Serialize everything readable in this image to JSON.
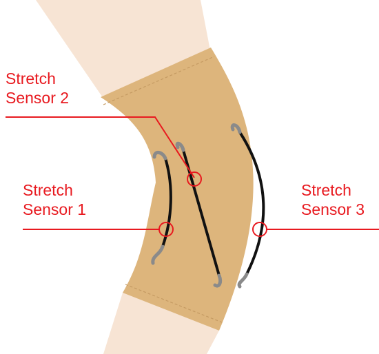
{
  "labels": {
    "sensor2": {
      "line1": "Stretch",
      "line2": "Sensor 2"
    },
    "sensor1": {
      "line1": "Stretch",
      "line2": "Sensor 1"
    },
    "sensor3": {
      "line1": "Stretch",
      "line2": "Sensor 3"
    }
  },
  "colors": {
    "skin": "#f7e4d4",
    "sleeve": "#ddb57c",
    "seam": "#c49a62",
    "annotation": "#e8191f",
    "sensor_wire": "#111111",
    "hook": "#8a8a8a"
  }
}
